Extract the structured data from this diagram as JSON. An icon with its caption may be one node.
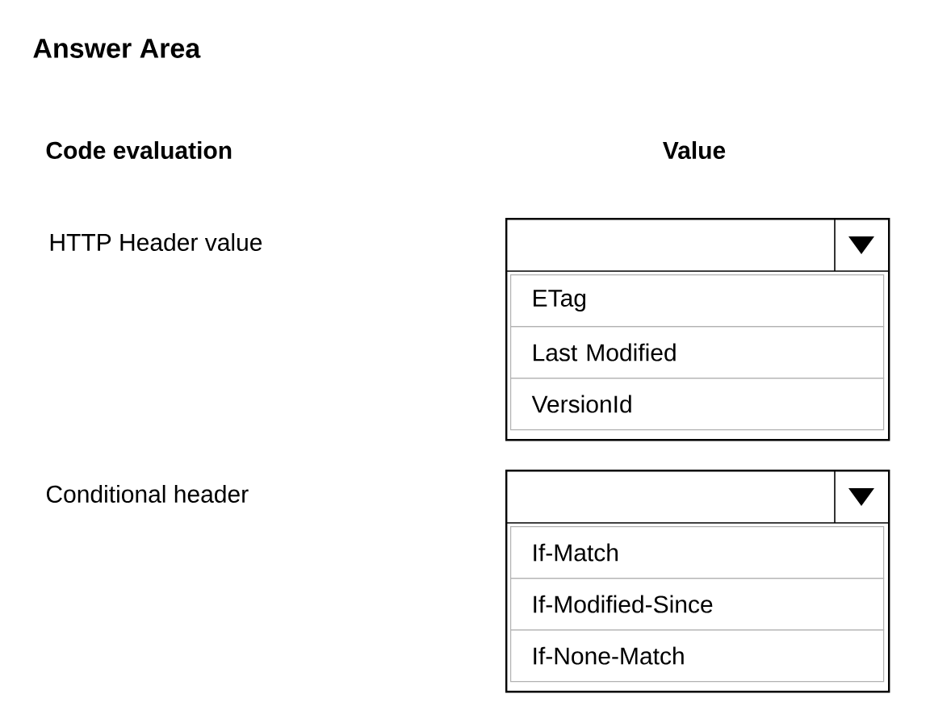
{
  "diagram": {
    "title": "Answer Area",
    "nodes": [
      {
        "text": [],
        "shape": "box"
      },
      {
        "text": [
          "ETag"
        ],
        "in": 0
      },
      {
        "text": [
          "Last Modified"
        ],
        "in": 0
      },
      {
        "text": [
          "VersionId"
        ],
        "in": 0
      },
      {
        "text": [],
        "shape": "box"
      },
      {
        "text": [
          "If-Match"
        ],
        "in": 4
      },
      {
        "text": [
          "If-Modified-Since"
        ],
        "in": 4
      },
      {
        "text": [
          "If-None-Match"
        ],
        "in": 4
      }
    ],
    "labels": [
      "Code evaluation",
      "Value",
      "HTTP Header value",
      "Conditional header"
    ]
  }
}
